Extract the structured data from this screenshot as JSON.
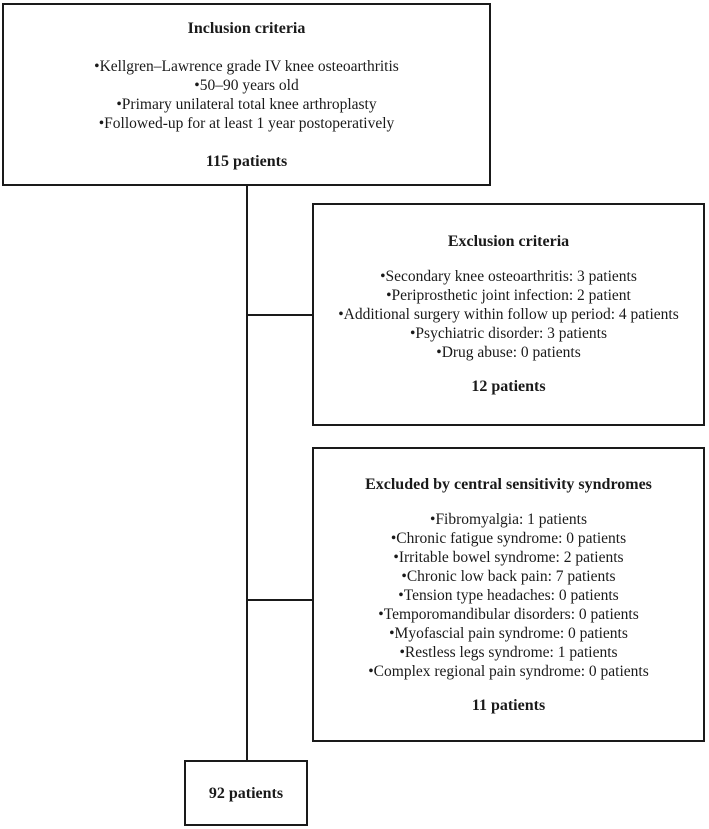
{
  "flowchart": {
    "colors": {
      "line": "#1a1a1a",
      "text": "#1a1a1a",
      "background": "#ffffff"
    },
    "boxes": [
      {
        "id": "inclusion-criteria",
        "title": "Inclusion criteria",
        "items": [
          "Kellgren–Lawrence grade IV knee osteoarthritis",
          "50–90 years old",
          "Primary unilateral total knee arthroplasty",
          "Followed-up for at least 1 year postoperatively"
        ],
        "count": "115 patients"
      },
      {
        "id": "exclusion-criteria",
        "title": "Exclusion criteria",
        "items": [
          "Secondary knee osteoarthritis: 3 patients",
          "Periprosthetic joint infection: 2 patient",
          "Additional surgery within follow up period: 4 patients",
          "Psychiatric disorder: 3 patients",
          "Drug abuse: 0 patients"
        ],
        "count": "12 patients"
      },
      {
        "id": "excluded-central-sensitivity",
        "title": "Excluded by central sensitivity syndromes",
        "items": [
          "Fibromyalgia: 1 patients",
          "Chronic fatigue syndrome: 0 patients",
          "Irritable bowel syndrome: 2 patients",
          "Chronic low back pain: 7 patients",
          "Tension type headaches: 0 patients",
          "Temporomandibular disorders: 0 patients",
          "Myofascial pain syndrome: 0 patients",
          "Restless legs syndrome: 1 patients",
          "Complex regional pain syndrome: 0 patients"
        ],
        "count": "11 patients"
      },
      {
        "id": "final-cohort",
        "count": "92 patients"
      }
    ]
  }
}
